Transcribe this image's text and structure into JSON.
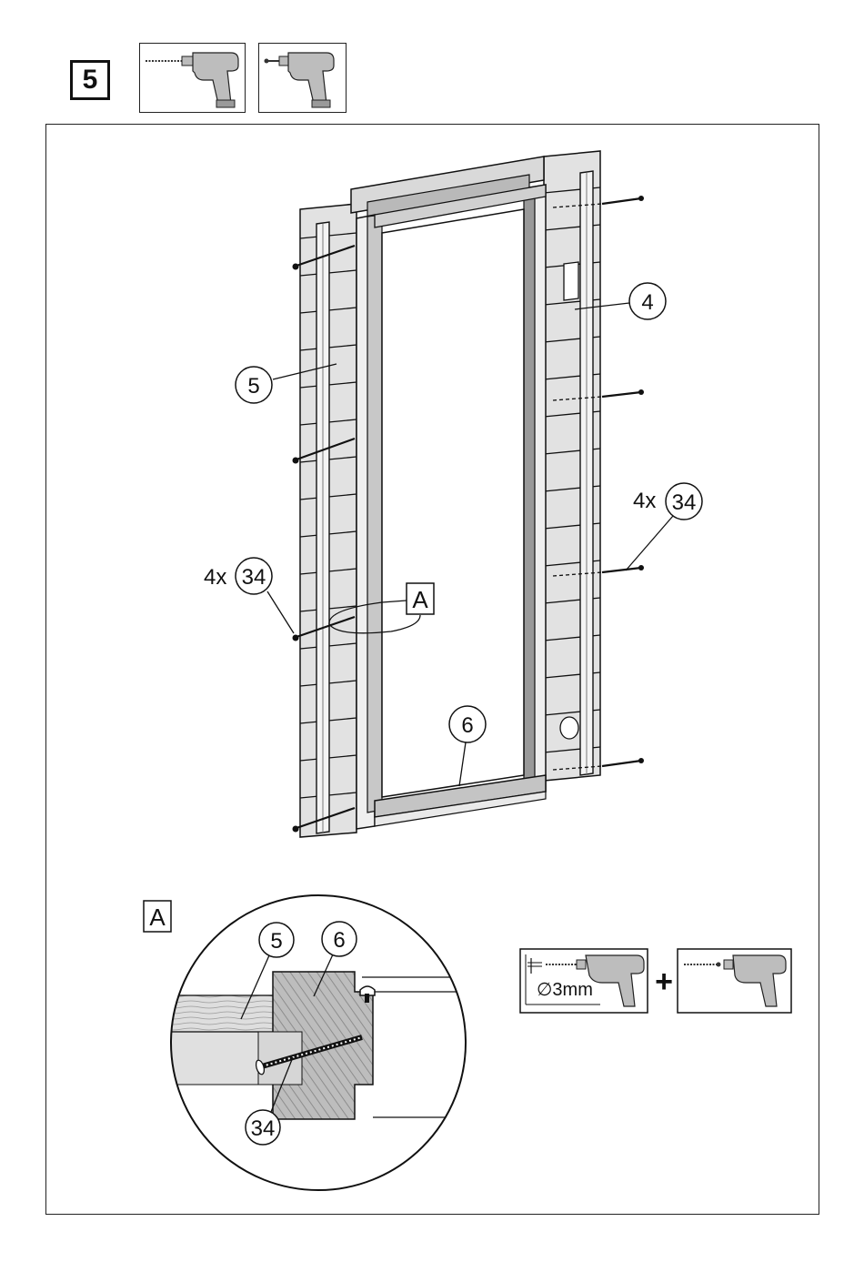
{
  "step": {
    "number": "5"
  },
  "tools_header": [
    {
      "name": "drill-with-bit-icon"
    },
    {
      "name": "screwdriver-drill-icon"
    }
  ],
  "callouts": {
    "part4": "4",
    "part5": "5",
    "part6": "6",
    "screws_left_qty": "4x",
    "screws_left_part": "34",
    "screws_right_qty": "4x",
    "screws_right_part": "34",
    "detail_ref": "A"
  },
  "detail": {
    "label": "A",
    "part5": "5",
    "part6": "6",
    "part34": "34"
  },
  "drill_spec": {
    "diameter": "∅3mm",
    "plus": "+"
  },
  "colors": {
    "wood_light": "#e4e4e4",
    "wood_mid": "#c8c8c8",
    "wood_dark": "#8a8a8a",
    "line": "#111111"
  }
}
